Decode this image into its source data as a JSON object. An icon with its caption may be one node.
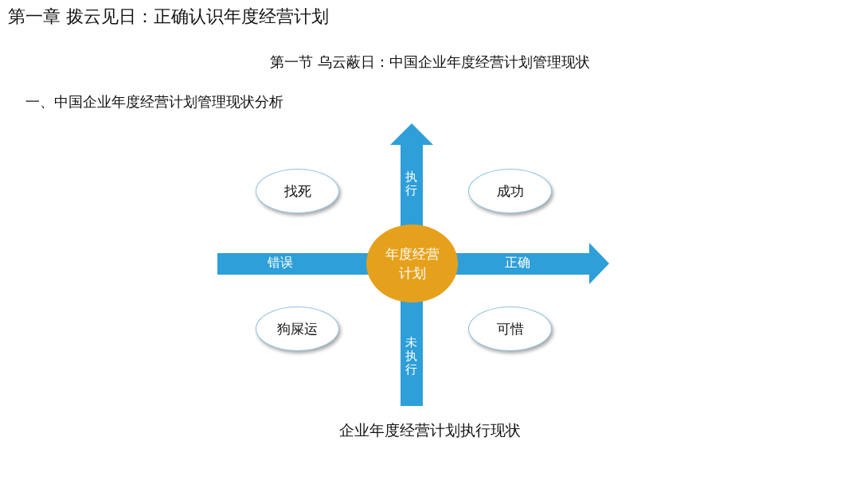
{
  "diagram": {
    "title": "第一章  拨云见日：正确认识年度经营计划",
    "caption": "企业年度经营计划执行现状",
    "nodes": [
      {
        "text": [
          "年度经营计划"
        ]
      },
      {
        "text": [
          "找死"
        ]
      },
      {
        "text": [
          "成功"
        ]
      },
      {
        "text": [
          "狗屎运"
        ]
      },
      {
        "text": [
          "可惜"
        ]
      }
    ],
    "labels": [
      "第一节  乌云蔽日：中国企业年度经营计划管理现状",
      "一、中国企业年度经营计划管理现状分析",
      "执行",
      "错误",
      "正确",
      "未执行"
    ]
  }
}
